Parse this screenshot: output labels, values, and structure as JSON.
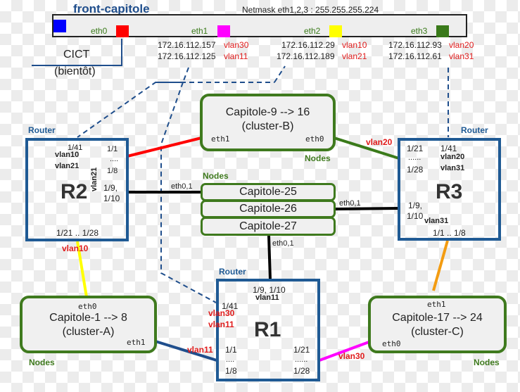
{
  "front": {
    "title": "front-capitole",
    "netmask": "Netmask eth1,2,3 : 255.255.255.224",
    "interfaces": [
      {
        "name": "eth0",
        "color": "#ff0000"
      },
      {
        "name": "eth1",
        "color": "#ff00ff",
        "ips": [
          "172.16.112.157",
          "172.16.112.125"
        ],
        "vlans": [
          "vlan30",
          "vlan11"
        ]
      },
      {
        "name": "eth2",
        "color": "#ffff00",
        "ips": [
          "172.16.112.29",
          "172.16.112.189"
        ],
        "vlans": [
          "vlan10",
          "vlan21"
        ]
      },
      {
        "name": "eth3",
        "color": "#3a7a1a",
        "ips": [
          "172.16.112.93",
          "172.16.112.61"
        ],
        "vlans": [
          "vlan20",
          "vlan31"
        ]
      }
    ],
    "port_color": "#0000ff",
    "cict": {
      "line1": "CICT",
      "line2": "(bientôt)"
    }
  },
  "routers": {
    "r2": {
      "label": "Router",
      "name": "R2",
      "top_port": "1/41",
      "vlans": [
        "vlan10",
        "vlan21"
      ],
      "p1": "1/1",
      "p_dots": "....",
      "p8": "1/8",
      "vert_vlan": "vlan21",
      "p9": "1/9,",
      "p10": "1/10",
      "bottom": "1/21 .. 1/28",
      "below_vlan": "vlan10"
    },
    "r3": {
      "label": "Router",
      "name": "R3",
      "p21": "1/21",
      "p_dots": "......",
      "p28": "1/28",
      "top_port": "1/41",
      "vlans": [
        "vlan20",
        "vlan31"
      ],
      "p9": "1/9,",
      "p10": "1/10",
      "vlan_low": "vlan31",
      "bottom": "1/1 .. 1/8",
      "side_vlan": "vlan20"
    },
    "r1": {
      "label": "Router",
      "name": "R1",
      "top": "1/9, 1/10",
      "top_vlan": "vlan11",
      "p41": "1/41",
      "vlans": [
        "vlan30",
        "vlan11"
      ],
      "p1": "1/1",
      "p_dots1": "....",
      "p8": "1/8",
      "p21": "1/21",
      "p_dots2": "......",
      "p28": "1/28",
      "left_vlan": "vlan11",
      "right_vlan": "vlan30"
    }
  },
  "nodes": {
    "cluster_b": {
      "line1": "Capitole-9 --> 16",
      "line2": "(cluster-B)",
      "eth_left": "eth1",
      "eth_right": "eth0",
      "label": "Nodes"
    },
    "mid": {
      "label": "Nodes",
      "items": [
        "Capitole-25",
        "Capitole-26",
        "Capitole-27"
      ],
      "eth_left": "eth0,1",
      "eth_right": "eth0,1",
      "eth_bottom": "eth0,1"
    },
    "cluster_a": {
      "line1": "Capitole-1 --> 8",
      "line2": "(cluster-A)",
      "eth_top": "eth0",
      "eth_right": "eth1",
      "label": "Nodes"
    },
    "cluster_c": {
      "line1": "Capitole-17 --> 24",
      "line2": "(cluster-C)",
      "eth_top": "eth1",
      "eth_left": "eth0",
      "label": "Nodes"
    }
  },
  "colors": {
    "router_border": "#1f5a94",
    "node_border": "#3f7a1e",
    "vlan_text": "#e01b1b",
    "link_red": "#ff0000",
    "link_green": "#3a7a1a",
    "link_yellow": "#ffff00",
    "link_orange": "#f39c12",
    "link_magenta": "#ff00ff",
    "link_blue": "#1f4e8c",
    "link_black": "#000000"
  }
}
